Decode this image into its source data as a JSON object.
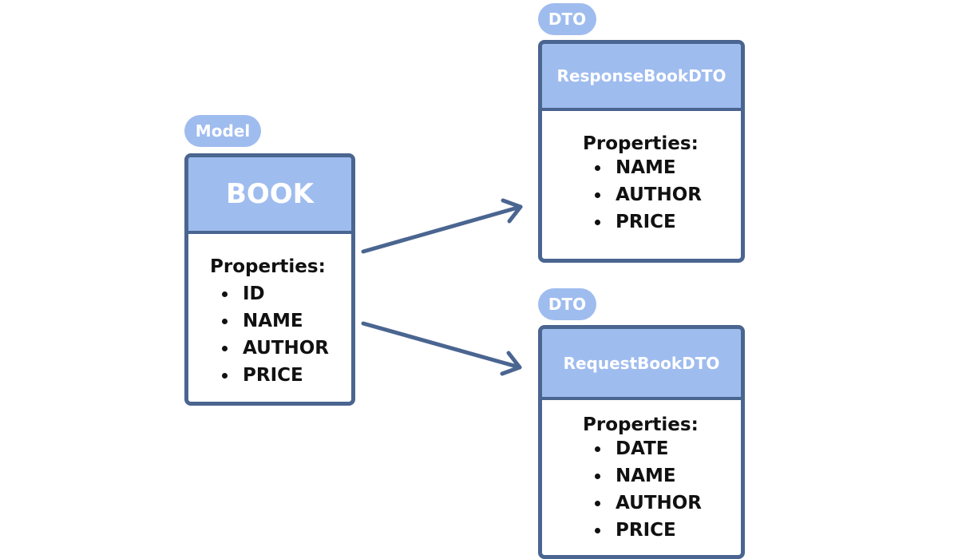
{
  "colors": {
    "accent": "#9fbcef",
    "border": "#4a6590",
    "text": "#111111",
    "header_text": "#ffffff"
  },
  "model": {
    "tag": "Model",
    "title": "BOOK",
    "properties_label": "Properties:",
    "properties": [
      "ID",
      "NAME",
      "AUTHOR",
      "PRICE"
    ]
  },
  "response_dto": {
    "tag": "DTO",
    "title": "ResponseBookDTO",
    "properties_label": "Properties:",
    "properties": [
      "NAME",
      "AUTHOR",
      "PRICE"
    ]
  },
  "request_dto": {
    "tag": "DTO",
    "title": "RequestBookDTO",
    "properties_label": "Properties:",
    "properties": [
      "DATE",
      "NAME",
      "AUTHOR",
      "PRICE"
    ]
  }
}
